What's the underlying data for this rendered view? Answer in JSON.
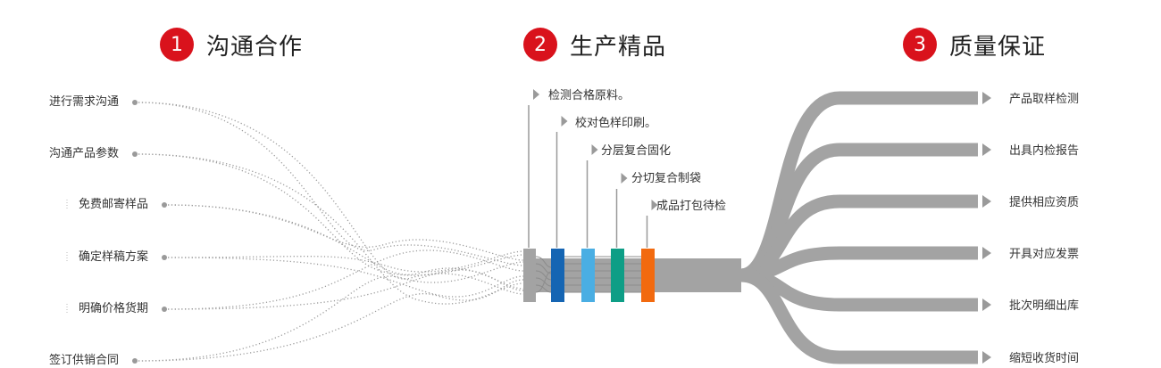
{
  "colors": {
    "badge": "#d9121c",
    "band": "#a3a3a3",
    "dotted": "#9a9a9a",
    "bar_blue": "#1565b3",
    "bar_sky": "#4aaee3",
    "bar_teal": "#0e9e86",
    "bar_orange": "#f26a0f",
    "bar_gray": "#a3a3a3"
  },
  "stages": [
    {
      "number": "1",
      "title": "沟通合作"
    },
    {
      "number": "2",
      "title": "生产精品"
    },
    {
      "number": "3",
      "title": "质量保证"
    }
  ],
  "communication_items": [
    "进行需求沟通",
    "沟通产品参数",
    "免费邮寄样品",
    "确定样稿方案",
    "明确价格货期",
    "签订供销合同"
  ],
  "production_steps": [
    "检测合格原料。",
    "校对色样印刷。",
    "分层复合固化",
    "分切复合制袋",
    "成品打包待检"
  ],
  "quality_items": [
    "产品取样检测",
    "出具内检报告",
    "提供相应资质",
    "开具对应发票",
    "批次明细出库",
    "缩短收货时间"
  ]
}
